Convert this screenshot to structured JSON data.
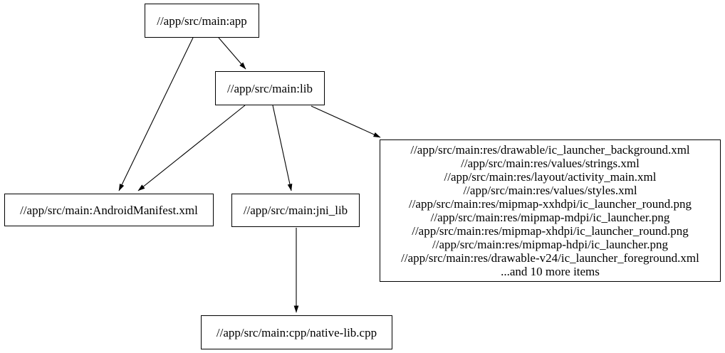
{
  "graph": {
    "background_color": "#ffffff",
    "node_border_color": "#000000",
    "text_color": "#000000",
    "edge_color": "#000000",
    "nodes": [
      {
        "id": "app",
        "label": "//app/src/main:app"
      },
      {
        "id": "lib",
        "label": "//app/src/main:lib"
      },
      {
        "id": "manifest",
        "label": "//app/src/main:AndroidManifest.xml"
      },
      {
        "id": "jni_lib",
        "label": "//app/src/main:jni_lib"
      },
      {
        "id": "res_group",
        "lines": [
          "//app/src/main:res/drawable/ic_launcher_background.xml",
          "//app/src/main:res/values/strings.xml",
          "//app/src/main:res/layout/activity_main.xml",
          "//app/src/main:res/values/styles.xml",
          "//app/src/main:res/mipmap-xxhdpi/ic_launcher_round.png",
          "//app/src/main:res/mipmap-mdpi/ic_launcher.png",
          "//app/src/main:res/mipmap-xhdpi/ic_launcher_round.png",
          "//app/src/main:res/mipmap-hdpi/ic_launcher.png",
          "//app/src/main:res/drawable-v24/ic_launcher_foreground.xml",
          "...and 10 more items"
        ]
      },
      {
        "id": "native_lib",
        "label": "//app/src/main:cpp/native-lib.cpp"
      }
    ],
    "edges": [
      {
        "from": "//app/src/main:app",
        "to": "//app/src/main:lib"
      },
      {
        "from": "//app/src/main:app",
        "to": "//app/src/main:AndroidManifest.xml"
      },
      {
        "from": "//app/src/main:lib",
        "to": "//app/src/main:AndroidManifest.xml"
      },
      {
        "from": "//app/src/main:lib",
        "to": "//app/src/main:jni_lib"
      },
      {
        "from": "//app/src/main:lib",
        "to": "res_group"
      },
      {
        "from": "//app/src/main:jni_lib",
        "to": "//app/src/main:cpp/native-lib.cpp"
      }
    ]
  }
}
